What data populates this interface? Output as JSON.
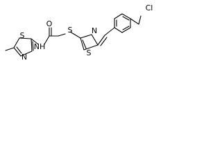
{
  "molecule": {
    "atoms": {
      "chlorine": "Cl",
      "sulfur_thioether": "S",
      "sulfur_ring_right": "S",
      "nitrogen_ring_right": "N",
      "oxygen_carbonyl": "O",
      "amide_nh": "NH",
      "sulfur_ring_left": "S",
      "nitrogen_ring_left": "N"
    }
  }
}
